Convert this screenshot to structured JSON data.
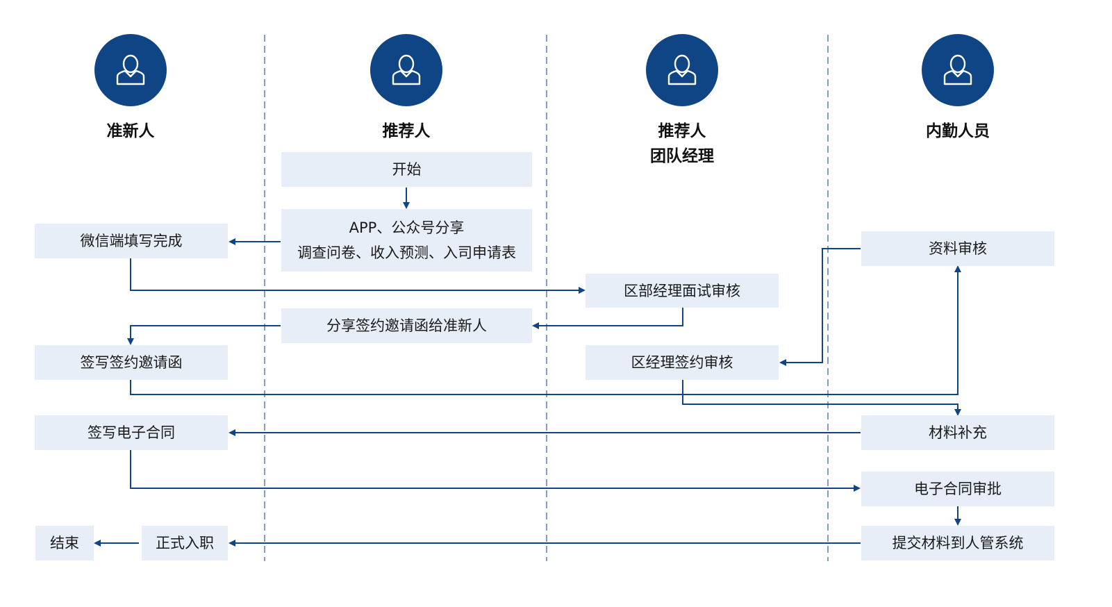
{
  "colors": {
    "accent": "#0f4585",
    "box_fill": "#e8eef8",
    "divider": "#5a7fb0"
  },
  "lanes": [
    {
      "title": "准新人",
      "icon": "user-icon"
    },
    {
      "title": "推荐人",
      "icon": "user-icon"
    },
    {
      "title": "推荐人\n团队经理",
      "icon": "user-icon"
    },
    {
      "title": "内勤人员",
      "icon": "user-icon"
    }
  ],
  "steps": {
    "start": "开始",
    "share": "APP、公众号分享\n调查问卷、收入预测、入司申请表",
    "wechat_fill": "微信端填写完成",
    "district_interview": "区部经理面试审核",
    "share_invite": "分享签约邀请函给准新人",
    "sign_invite": "签写签约邀请函",
    "district_sign_review": "区经理签约审核",
    "doc_review": "资料审核",
    "sign_contract": "签写电子合同",
    "supplement": "材料补充",
    "contract_approval": "电子合同审批",
    "formal_onboard": "正式入职",
    "submit_hr": "提交材料到人管系统",
    "end": "结束"
  }
}
